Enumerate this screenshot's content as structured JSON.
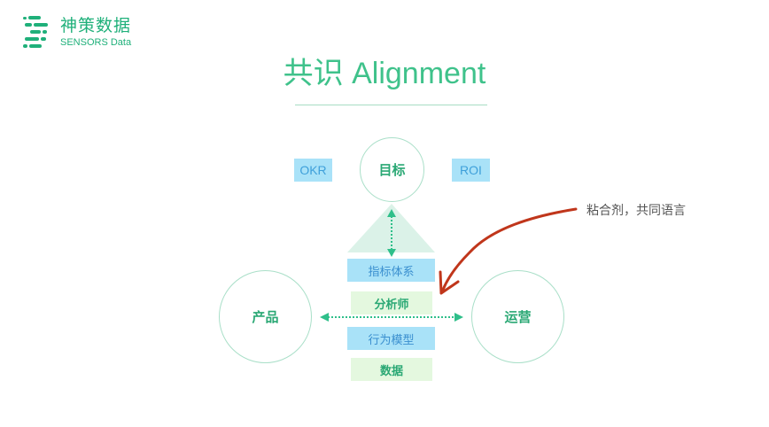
{
  "logo": {
    "cn": "神策数据",
    "en": "SENSORS Data",
    "color": "#1fb07a"
  },
  "title": "共识 Alignment",
  "diagram": {
    "goal": "目标",
    "okr": "OKR",
    "roi": "ROI",
    "product": "产品",
    "operations": "运营",
    "layers": [
      "指标体系",
      "分析师",
      "行为模型",
      "数据"
    ],
    "note": "粘合剂，共同语言"
  },
  "colors": {
    "accent": "#3fc28b",
    "circle_border": "#a9dfc8",
    "blue_fill": "#a9e2f8",
    "green_fill": "#e4f8df",
    "arrow": "#c0361b"
  }
}
